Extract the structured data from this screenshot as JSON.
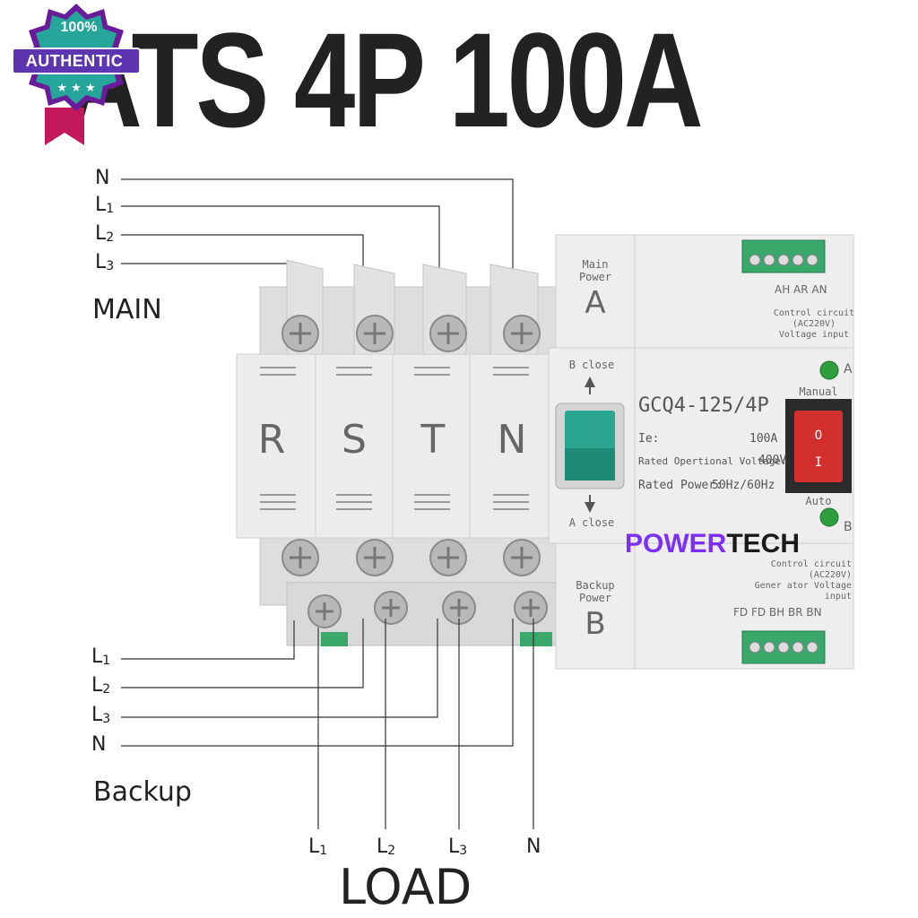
{
  "title": "ATS 4P  100A",
  "badge": {
    "line1": "100%",
    "line2": "AUTHENTIC",
    "colors": {
      "outer": "#c2185b",
      "inner": "#26a69a",
      "banner": "#5e35b1"
    }
  },
  "main_group": {
    "label": "MAIN",
    "wires": [
      {
        "letter": "N",
        "sub": ""
      },
      {
        "letter": "L",
        "sub": "1"
      },
      {
        "letter": "L",
        "sub": "2"
      },
      {
        "letter": "L",
        "sub": "3"
      }
    ]
  },
  "backup_group": {
    "label": "Backup",
    "wires": [
      {
        "letter": "L",
        "sub": "1"
      },
      {
        "letter": "L",
        "sub": "2"
      },
      {
        "letter": "L",
        "sub": "3"
      },
      {
        "letter": "N",
        "sub": ""
      }
    ]
  },
  "load_group": {
    "label": "LOAD",
    "wires": [
      {
        "letter": "L",
        "sub": "1"
      },
      {
        "letter": "L",
        "sub": "2"
      },
      {
        "letter": "L",
        "sub": "3"
      },
      {
        "letter": "N",
        "sub": ""
      }
    ]
  },
  "device": {
    "poles": [
      "R",
      "S",
      "T",
      "N"
    ],
    "main_module": {
      "line1": "Main",
      "line2": "Power",
      "letter": "A"
    },
    "backup_module": {
      "line1": "Backup",
      "line2": "Power",
      "letter": "B"
    },
    "handle": {
      "top": "B close",
      "bottom": "A close"
    },
    "model": "GCQ4-125/4P",
    "specs": [
      {
        "label": "Ie:",
        "value": "100A"
      },
      {
        "label": "Rated Opertional Voltage:",
        "value": "400V"
      },
      {
        "label": "Rated Power:",
        "value": "50Hz/60Hz"
      }
    ],
    "indicator_a": "A",
    "indicator_b": "B",
    "switch_top": "Manual",
    "switch_bottom": "Auto",
    "switch_on": "I",
    "switch_off": "O",
    "top_terminal": {
      "labels": "AH AR AN",
      "desc1": "Control circuit",
      "desc2": "(AC220V)",
      "desc3": "Voltage input"
    },
    "bottom_terminal": {
      "labels": "FD FD BH BR BN",
      "desc1": "Control circuit",
      "desc2": "(AC220V)",
      "desc3": "Gener ator  Voltage input"
    },
    "colors": {
      "body": "#e9e9e9",
      "handle": "#2aa58f",
      "switch": "#d32f2f",
      "led": "#2e9e3e",
      "terminal": "#3aa86b"
    }
  },
  "brand": {
    "part1": "POWER",
    "part2": "TECH",
    "color1": "#7b2ff7",
    "color2": "#1a1a1a"
  }
}
